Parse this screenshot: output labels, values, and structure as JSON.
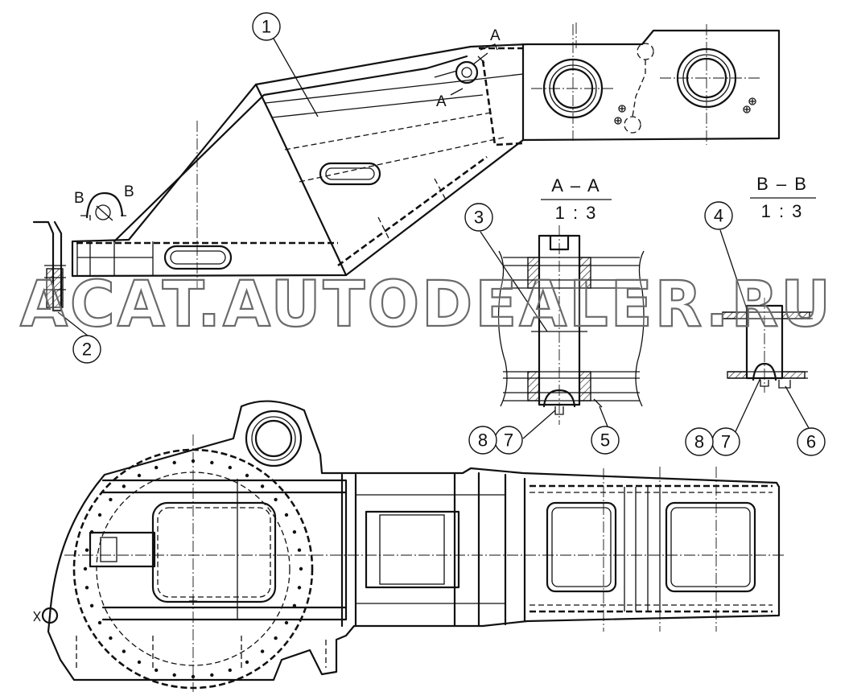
{
  "callouts": [
    {
      "number": "1"
    },
    {
      "number": "2"
    },
    {
      "number": "3"
    },
    {
      "number": "4"
    },
    {
      "number": "5"
    },
    {
      "number": "6"
    },
    {
      "number": "7"
    },
    {
      "number": "8"
    },
    {
      "number": "7"
    },
    {
      "number": "8"
    }
  ],
  "sections": {
    "aa": {
      "name": "A – A",
      "scale": "1 : 3",
      "marker": "A"
    },
    "bb": {
      "name": "B – B",
      "scale": "1 : 3",
      "marker": "B"
    }
  },
  "watermark": "ACAT.AUTODEALER.RU"
}
